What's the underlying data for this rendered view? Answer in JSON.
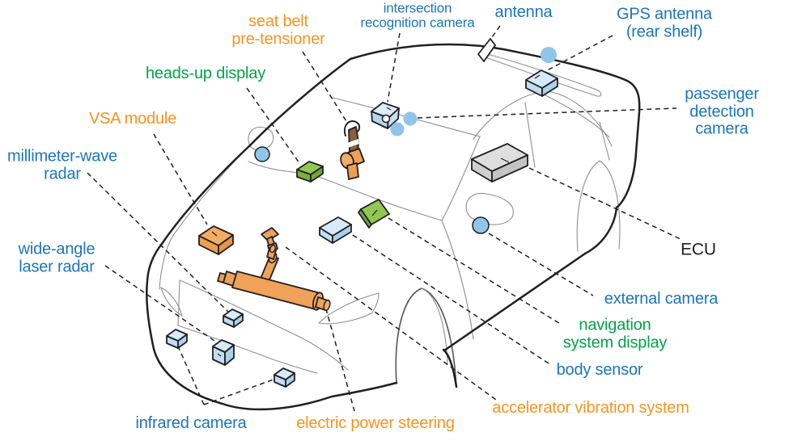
{
  "title": "vehicle safety and driver-assist systems diagram",
  "colors": {
    "label_blue": "#1b75bc",
    "label_orange": "#f7941e",
    "label_green": "#00a348",
    "label_black": "#231f20",
    "outline": "#231f20",
    "component_lightblue": "#d6ebfa",
    "component_blue_circle": "#90c5ea",
    "component_orange": "#f0a258",
    "component_green": "#92c851",
    "component_grey": "#dedede",
    "component_brown": "#8a5f3c"
  },
  "labels": {
    "intersection_camera": {
      "text": "intersection\nrecognition camera",
      "color": "blue"
    },
    "antenna": {
      "text": "antenna",
      "color": "blue"
    },
    "gps_antenna": {
      "text": "GPS antenna\n(rear shelf)",
      "color": "blue"
    },
    "seat_belt": {
      "text": "seat belt\npre-tensioner",
      "color": "orange"
    },
    "heads_up": {
      "text": "heads-up display",
      "color": "green"
    },
    "passenger_camera": {
      "text": "passenger\ndetection camera",
      "color": "blue"
    },
    "vsa": {
      "text": "VSA module",
      "color": "orange"
    },
    "mmwave": {
      "text": "millimeter-wave\nradar",
      "color": "blue"
    },
    "wide_angle": {
      "text": "wide-angle\nlaser radar",
      "color": "blue"
    },
    "ecu": {
      "text": "ECU",
      "color": "black"
    },
    "external_camera": {
      "text": "external camera",
      "color": "blue"
    },
    "nav_display": {
      "text": "navigation\nsystem display",
      "color": "green"
    },
    "body_sensor": {
      "text": "body sensor",
      "color": "blue"
    },
    "accel_vibration": {
      "text": "accelerator vibration system",
      "color": "orange"
    },
    "eps": {
      "text": "electric power steering",
      "color": "orange"
    },
    "infrared": {
      "text": "infrared camera",
      "color": "blue"
    }
  },
  "components": [
    "intersection-recognition-camera-box",
    "windshield-camera-circle",
    "passenger-detection-camera-circle",
    "roof-antenna-fin",
    "roof-sensor-circle",
    "gps-antenna-box",
    "ecu-box",
    "heads-up-display-box",
    "seat-belt-pre-tensioner-unit",
    "navigation-display-panel",
    "body-sensor-box",
    "left-mirror-circle",
    "external-camera-circle",
    "vsa-module-box",
    "accelerator-pedal-unit",
    "electric-power-steering-unit",
    "millimeter-wave-radar-box",
    "infrared-camera-left-box",
    "wide-angle-laser-radar-box",
    "infrared-camera-right-box"
  ]
}
